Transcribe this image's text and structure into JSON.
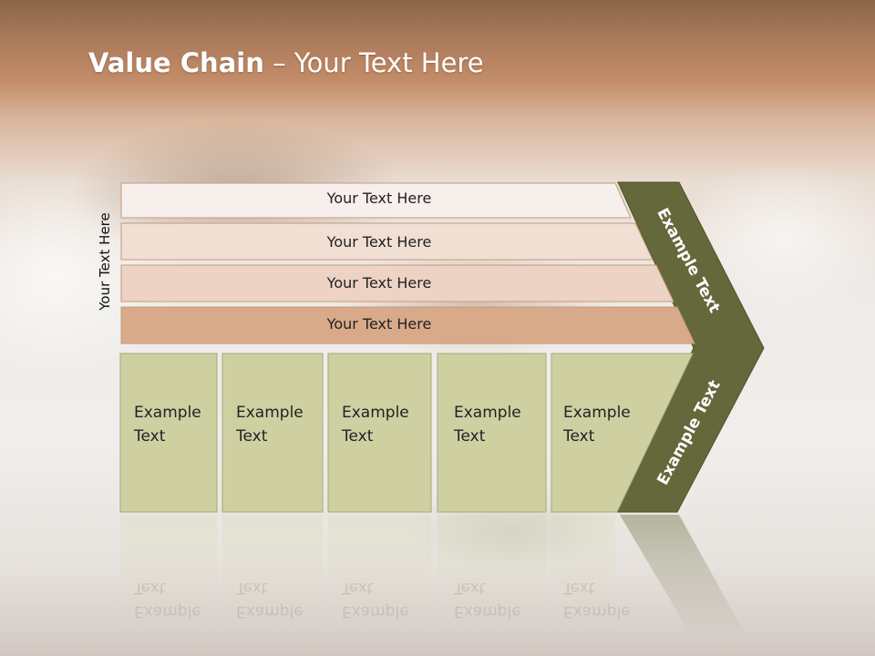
{
  "title": {
    "bold": "Value Chain",
    "rest": " – Your Text Here"
  },
  "side_label": "Your Text Here",
  "bars": [
    {
      "label": "Your Text Here"
    },
    {
      "label": "Your Text Here"
    },
    {
      "label": "Your Text Here"
    },
    {
      "label": "Your Text Here"
    }
  ],
  "boxes": [
    {
      "label": "Example Text"
    },
    {
      "label": "Example Text"
    },
    {
      "label": "Example Text"
    },
    {
      "label": "Example Text"
    },
    {
      "label": "Example Text"
    }
  ],
  "chevron": {
    "upper_label": "Example Text",
    "lower_label": "Example Text"
  },
  "colors": {
    "bar1": "#f6efeb",
    "bar2": "#f1dfd3",
    "bar3": "#ecd3c3",
    "bar4": "#d8aa8a",
    "bar_border": "#c59a7b",
    "box_fill": "#ced0a2",
    "box_border": "#a8a878",
    "chevron": "#64683a"
  }
}
